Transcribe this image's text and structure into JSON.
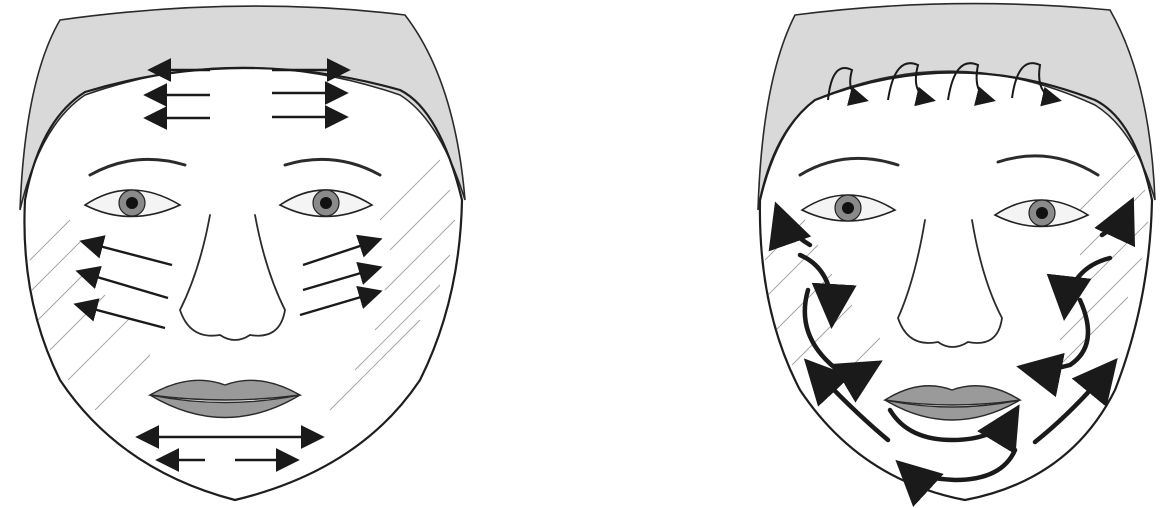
{
  "panels": [
    {
      "id": "left-face",
      "technique": "straight-arrow-strokes"
    },
    {
      "id": "right-face",
      "technique": "curved-arrow-strokes"
    }
  ],
  "colors": {
    "background": "#ffffff",
    "ink": "#1a1a1a",
    "shading": "#555555"
  },
  "icons": [
    "face-illustration",
    "arrow-icon",
    "curved-arrow-icon"
  ]
}
